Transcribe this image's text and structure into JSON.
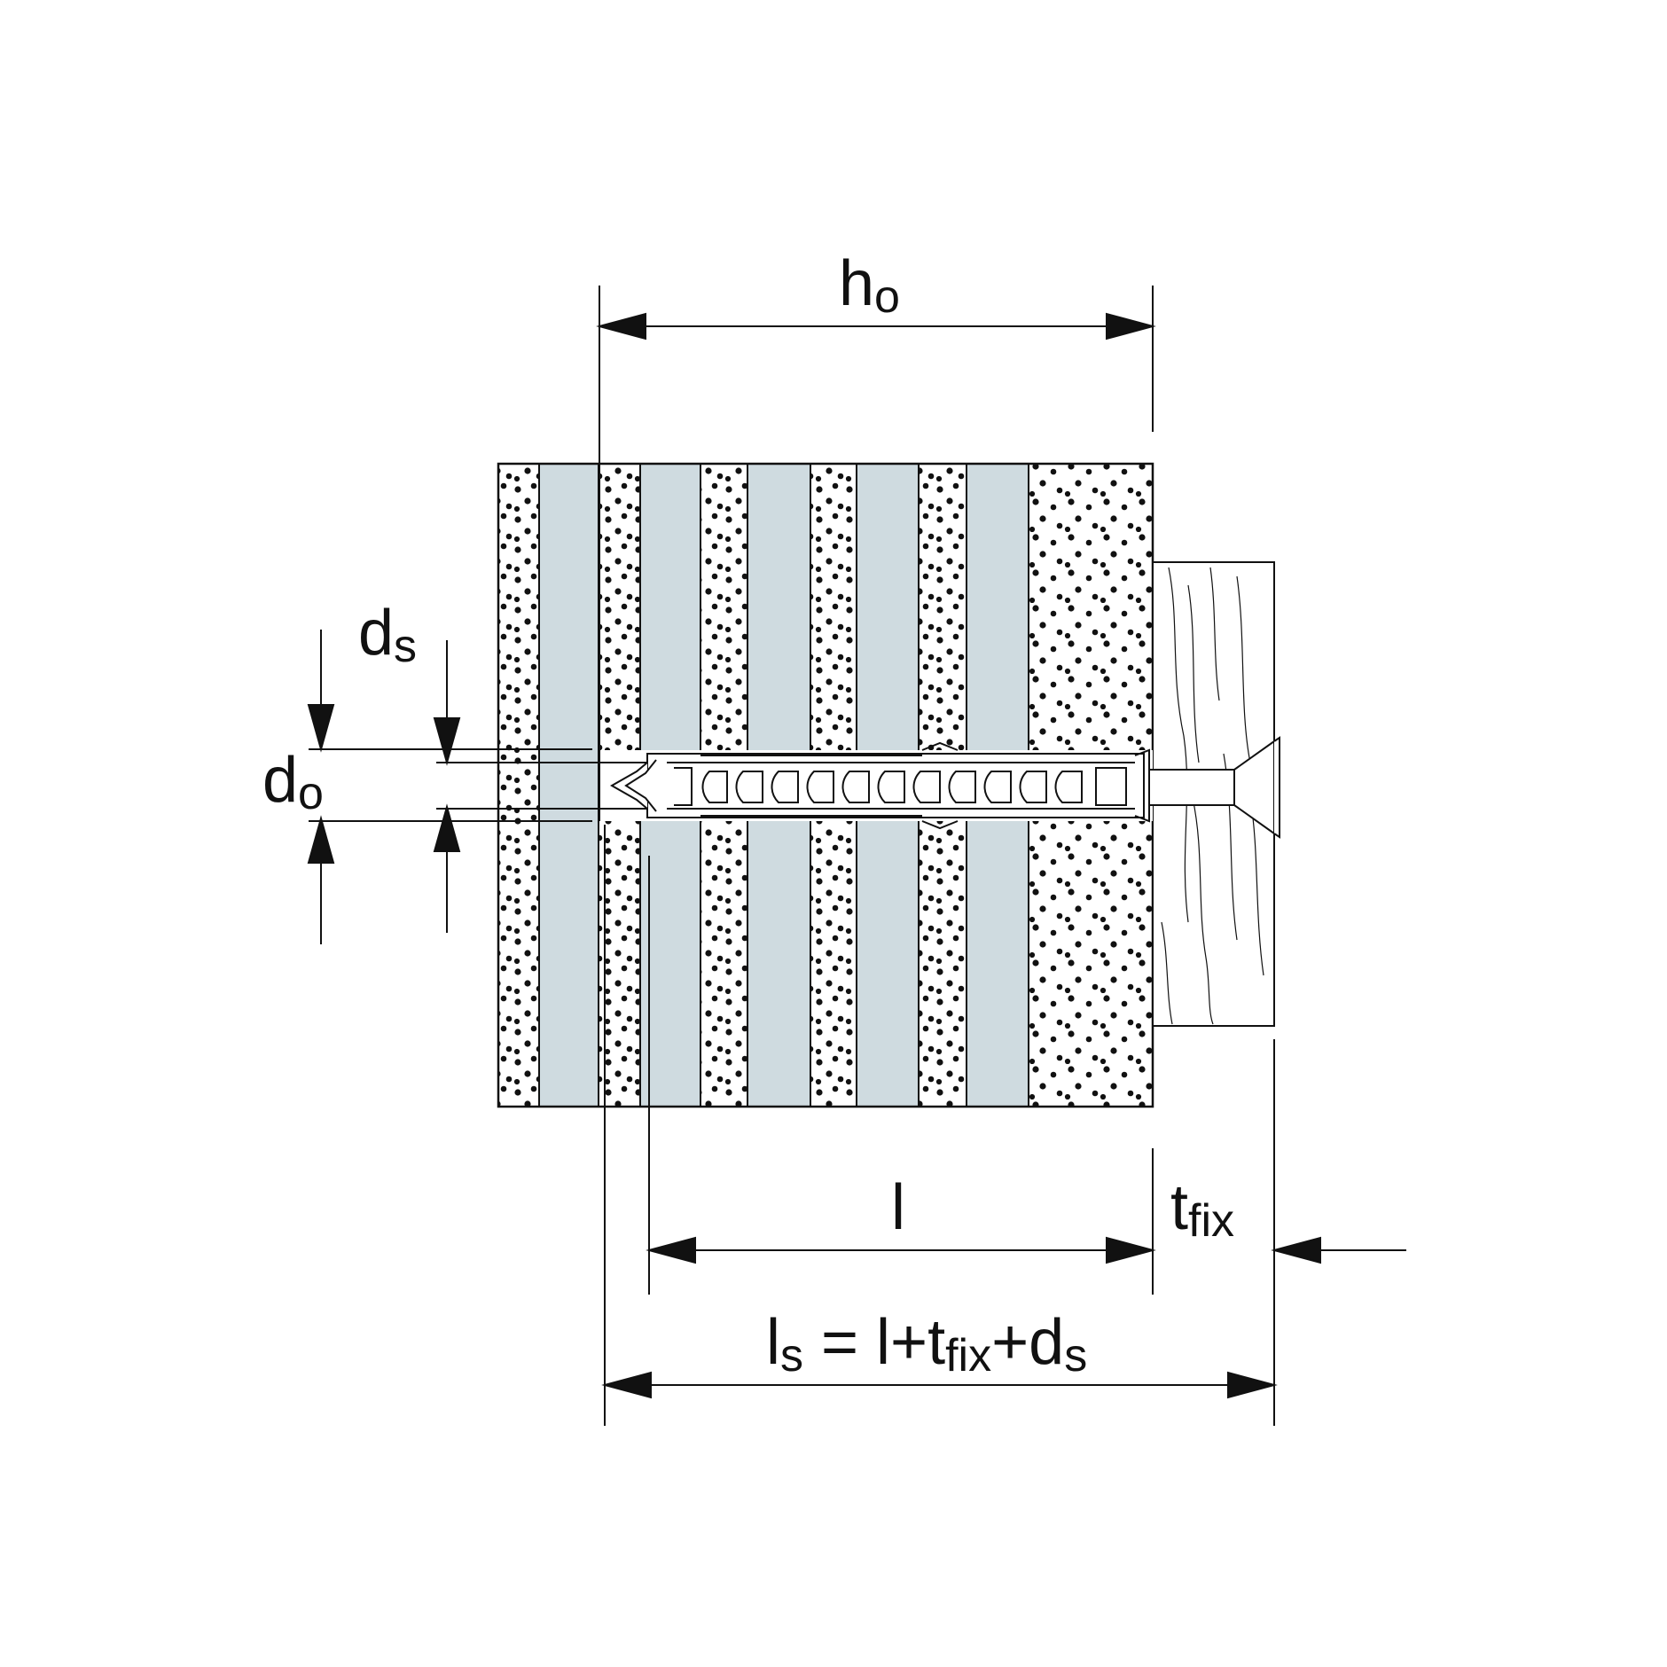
{
  "labels": {
    "h0": {
      "main": "h",
      "sub": "o"
    },
    "ds": {
      "main": "d",
      "sub": "s"
    },
    "d0": {
      "main": "d",
      "sub": "o"
    },
    "l": {
      "main": "l"
    },
    "tfix": {
      "main": "t",
      "sub": "fix"
    },
    "ls": {
      "part1_main": "l",
      "part1_sub": "s",
      "part2": " = l+t",
      "part3_sub": "fix",
      "part4": "+d",
      "part5_sub": "s"
    }
  },
  "colors": {
    "ink": "#111111",
    "hollow_chamber": "#cfdbe0",
    "masonry_web": "#ffffff",
    "timber": "#ffffff"
  }
}
